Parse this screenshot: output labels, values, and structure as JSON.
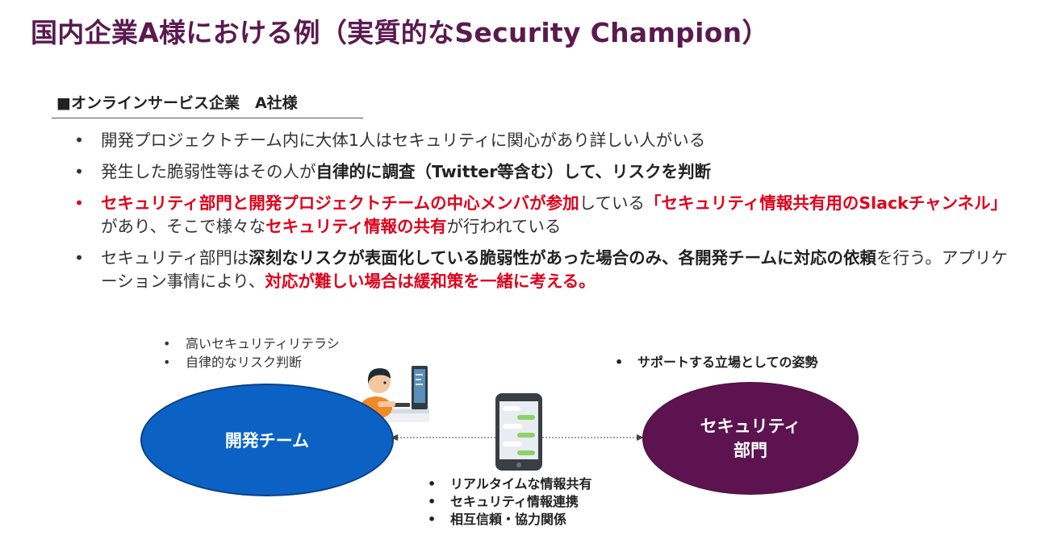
{
  "title": "国内企業A様における例（実質的なSecurity Champion）",
  "subheading": "■オンラインサービス企業　A社様",
  "bullets": [
    {
      "marker": "•",
      "text": "開発プロジェクトチーム内に大体1人はセキュリティに関心があり詳しい人がいる"
    },
    {
      "marker": "•",
      "t1": "発生した脆弱性等はその人が",
      "b1": "自律的に調査（Twitter等含む）して、リスクを判断"
    },
    {
      "marker": "•",
      "r1": "セキュリティ部門と開発プロジェクトチームの中心メンバが参加",
      "t1": "している",
      "r2": "「セキュリティ情報共有用のSlackチャンネル」",
      "t2": "があり、そこで様々な",
      "r3": "セキュリティ情報の共有",
      "t3": "が行われている"
    },
    {
      "marker": "•",
      "t1": "セキュリティ部門は",
      "b1": "深刻なリスクが表面化している脆弱性があった場合のみ、各開発チームに対応の依頼",
      "t2": "を行う。アプリケーション事情により、",
      "r1": "対応が難しい場合は緩和策を一緒に考える。"
    }
  ],
  "dev_team": {
    "traits": [
      "高いセキュリティリテラシ",
      "自律的なリスク判断"
    ],
    "label": "開発チーム"
  },
  "security_dept": {
    "stance": "サポートする立場としての姿勢",
    "label_line1": "セキュリティ",
    "label_line2": "部門"
  },
  "collaboration": [
    "リアルタイムな情報共有",
    "セキュリティ情報連携",
    "相互信頼・協力関係"
  ],
  "colors": {
    "title": "#5b1a4f",
    "accent_red": "#e0001a",
    "dev_ellipse": "#0b62c4",
    "security_ellipse": "#5c1350"
  },
  "icons": [
    "developer-at-computer-icon",
    "smartphone-chat-icon",
    "double-arrow-icon"
  ]
}
